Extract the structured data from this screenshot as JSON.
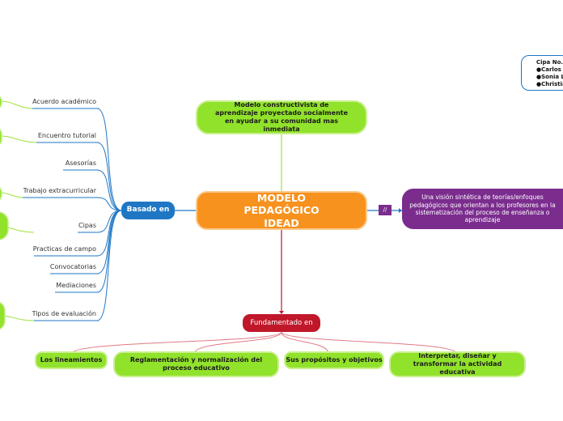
{
  "colors": {
    "central": "#f7921e",
    "blue": "#1f77c4",
    "green": "#91e22b",
    "purple": "#7b2d8e",
    "red": "#c0182a"
  },
  "central": {
    "text": "MODELO PEDAGÓGICO IDEAD"
  },
  "top_node": {
    "text": "Modelo constructivista de aprendizaje proyectado socialmente en ayudar a su comunidad mas inmediata"
  },
  "right_node": {
    "text": "Una visión sintética de teorías/enfoques pedagógicos que orientan a los profesores en la sistematización del proceso de enseñanza o aprendizaje"
  },
  "connector_symbol": "//",
  "basado": {
    "label": "Basado en",
    "items": [
      "Acuerdo académico",
      "Encuentro tutorial",
      "Asesorías",
      "Trabajo extracurricular",
      "Cipas",
      "Practicas de campo",
      "Convocatorias",
      "Mediaciones",
      "Tipos de evaluación"
    ]
  },
  "fundamentado": {
    "label": "Fundamentado en",
    "items": [
      "Los lineamientos",
      "Reglamentación y normalización del proceso educativo",
      "Sus propósitos y objetivos",
      "Interpretar, diseñar y transformar la actividad educativa"
    ]
  },
  "note": {
    "title": "Cipa No.",
    "members": [
      "●Carlos A",
      "●Sonia L",
      "●Christia"
    ]
  }
}
